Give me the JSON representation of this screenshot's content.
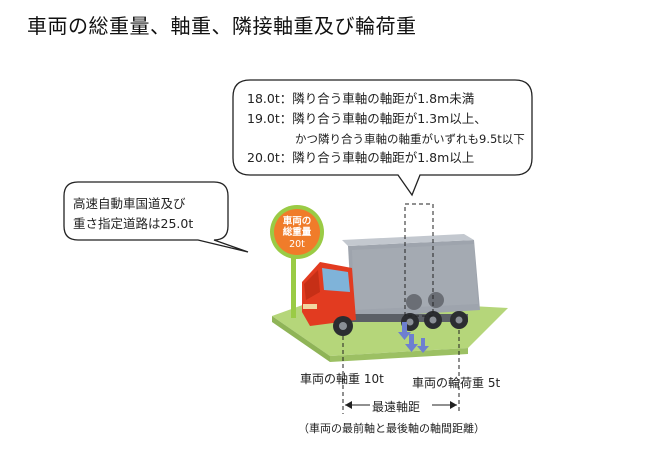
{
  "title": "車両の総重量、軸重、隣接軸重及び輪荷重",
  "rules_bubble": {
    "line1": "18.0t：隣り合う車軸の軸距が1.8m未満",
    "line2": "19.0t：隣り合う車軸の軸距が1.3m以上、",
    "line2_cont": "かつ隣り合う車軸の軸重がいずれも9.5t以下",
    "line3": "20.0t：隣り合う車軸の軸距が1.8m以上"
  },
  "highway_bubble": {
    "line1": "高速自動車国道及び",
    "line2": "重さ指定道路は25.0t"
  },
  "sign": {
    "line1": "車両の",
    "line2": "総重量",
    "line3": "20t"
  },
  "labels": {
    "axle_weight": "車両の軸重 10t",
    "wheel_load": "車両の輪荷重 5t",
    "wheelbase": "最遠軸距",
    "wheelbase_note": "（車両の最前軸と最後軸の軸間距離）"
  },
  "colors": {
    "sign_orange": "#f07c2a",
    "sign_ring": "#9acb45",
    "ground_green": "#b5d67a",
    "cab_red": "#e23b20",
    "cargo_gray": "#9ea4ad",
    "arrow_blue": "#6d7fd0"
  }
}
